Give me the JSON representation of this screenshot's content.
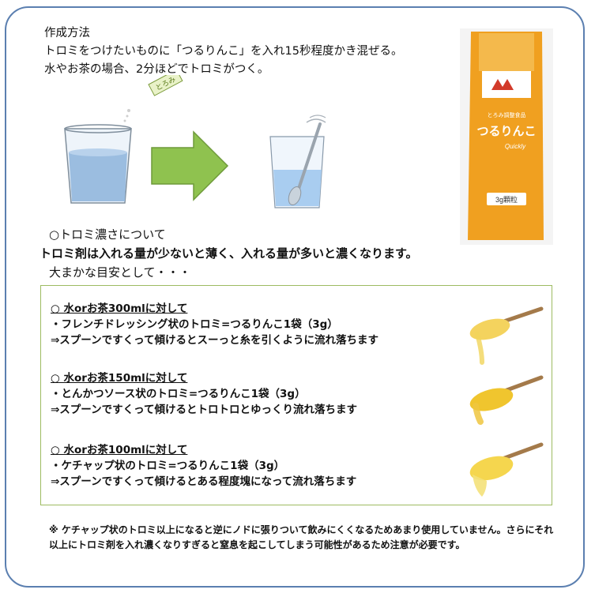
{
  "intro": {
    "heading": "作成方法",
    "line1": "トロミをつけたいものに「つるりんこ」を入れ15秒程度かき混ぜる。",
    "line2": "水やお茶の場合、2分ほどでトロミがつく。"
  },
  "product": {
    "brand": "とろみ調整食品",
    "name": "つるりんこ",
    "sub": "Quickly",
    "size": "3g顆粒",
    "packet_label": "とろみ",
    "colors": {
      "orange": "#f0a020",
      "light": "#f7c96a",
      "red": "#d23a2a"
    }
  },
  "concentration": {
    "heading": "○トロミ濃さについて",
    "line1": "トロミ剤は入れる量が少ないと薄く、入れる量が多いと濃くなります。",
    "line2": "大まかな目安として・・・"
  },
  "guide": [
    {
      "title": "○ 水orお茶300mlに対して",
      "line1": "・フレンチドレッシング状のトロミ=つるりんこ1袋（3g）",
      "line2": "⇒スプーンですくって傾けるとスーっと糸を引くように流れ落ちます"
    },
    {
      "title": "○ 水orお茶150mlに対して",
      "line1": "・とんかつソース状のトロミ=つるりんこ1袋（3g）",
      "line2": "⇒スプーンですくって傾けるとトロトロとゆっくり流れ落ちます"
    },
    {
      "title": "○ 水orお茶100mlに対して",
      "line1": "・ケチャップ状のトロミ=つるりんこ1袋（3g）",
      "line2": "⇒スプーンですくって傾けるとある程度塊になって流れ落ちます"
    }
  ],
  "note": {
    "text": "※ ケチャップ状のトロミ以上になると逆にノドに張りついて飲みにくくなるためあまり使用していません。さらにそれ以上にトロミ剤を入れ濃くなりすぎると窒息を起こしてしまう可能性があるため注意が必要です。"
  },
  "colors": {
    "frame": "#5b7fb0",
    "box": "#9dbb61",
    "arrow": "#8fc24f"
  }
}
